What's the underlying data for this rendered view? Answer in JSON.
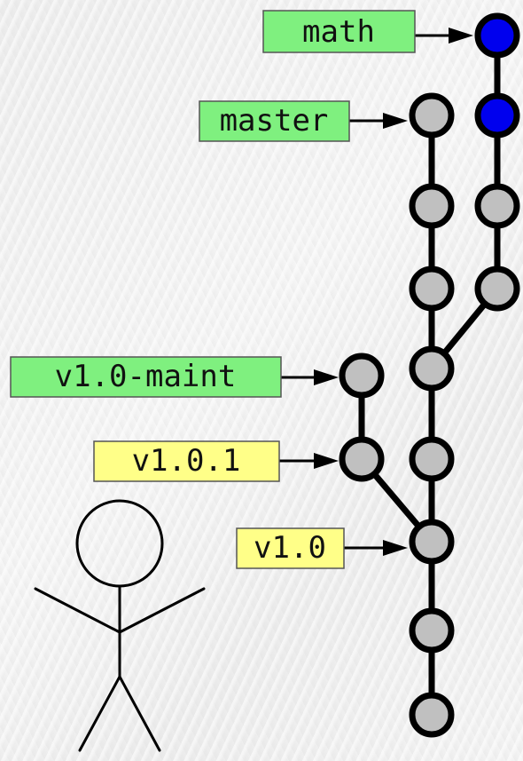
{
  "colors": {
    "branch_fill": "#7ff07f",
    "tag_fill": "#ffff88",
    "commit_fill": "#c0c0c0",
    "highlight_commit_fill": "#0000ee",
    "stroke": "#000000"
  },
  "labels": {
    "math": "math",
    "master": "master",
    "maint": "v1.0-maint",
    "v101": "v1.0.1",
    "v10": "v1.0"
  },
  "label_kinds": {
    "math": "branch",
    "master": "branch",
    "maint": "branch",
    "v101": "tag",
    "v10": "tag"
  },
  "commits": {
    "math_head": "highlight",
    "math_2": "highlight",
    "math_3": "normal",
    "math_4": "normal",
    "master_head": "normal",
    "master_2": "normal",
    "master_3": "normal",
    "master_4": "normal",
    "master_5": "normal",
    "master_6": "normal",
    "master_7": "normal",
    "master_8": "normal",
    "maint_head": "normal",
    "maint_2": "normal"
  },
  "icons": {
    "user": "stick-figure-icon"
  }
}
